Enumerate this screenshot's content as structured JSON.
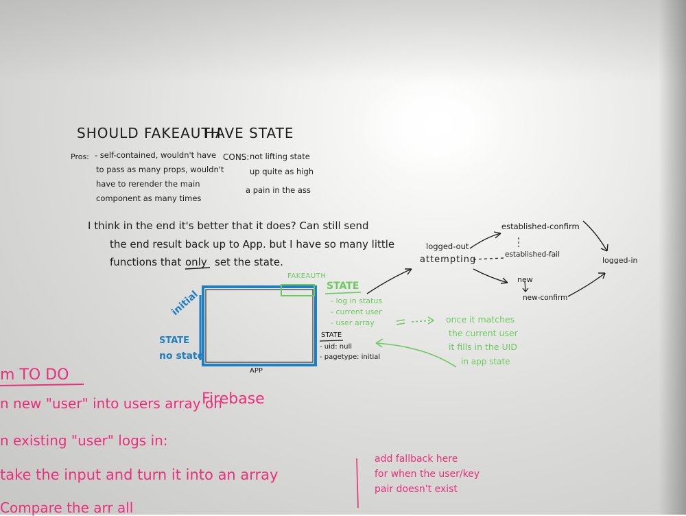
{
  "heading": {
    "title_left": "SHOULD FAKEAUTH",
    "title_right": "HAVE STATE"
  },
  "pros": {
    "label": "Pros:",
    "lines": [
      "- self-contained, wouldn't have",
      "to pass as many props, wouldn't",
      "have to rerender the main",
      "component as many times"
    ]
  },
  "cons": {
    "label": "CONS:",
    "lines": [
      "not lifting state",
      "up quite as high",
      "a pain in the ass"
    ]
  },
  "conclusion": {
    "line1": "I think in the end it's better that it does? Can still send",
    "line2": "the end result back up to App. but I have so many little",
    "line3_before": "functions that",
    "line3_emphasis": "only",
    "line3_after": "set the state."
  },
  "app_diagram": {
    "app_label": "APP",
    "fakeauth_label": "FAKEAUTH",
    "blue_initial": "initial",
    "blue_state": "STATE",
    "blue_no_state": "no state"
  },
  "fakeauth_state": {
    "title": "STATE",
    "items": [
      "- log in status",
      "- current user",
      "- user array"
    ]
  },
  "app_state": {
    "title": "STATE",
    "items": [
      "- uid: null",
      "- pagetype: initial"
    ]
  },
  "green_note": {
    "lines": [
      "once it matches",
      "the current user",
      "it fills in the UID",
      "in app state"
    ]
  },
  "flow": {
    "start_line1": "logged-out",
    "start_line2": "attempting",
    "established_confirm": "established-confirm",
    "established_fail": "established-fail",
    "new": "new",
    "new_confirm": "new-confirm",
    "logged_in": "logged-in"
  },
  "todo": {
    "title": "m TO DO",
    "line1_a": "n new \"user\" into users array on",
    "line1_b": "Firebase",
    "line2": "n existing \"user\" logs in:",
    "line3": "take the input and turn it into an array",
    "line4": "Compare the arr     all"
  },
  "side_note": {
    "lines": [
      "add fallback here",
      "for when the user/key",
      "pair doesn't exist"
    ]
  },
  "colors": {
    "black_marker": "#1b1b1b",
    "blue_marker": "#1f7fc1",
    "green_marker": "#6cc95e",
    "pink_marker": "#ea2f7a",
    "board": "#e6e6e5"
  }
}
